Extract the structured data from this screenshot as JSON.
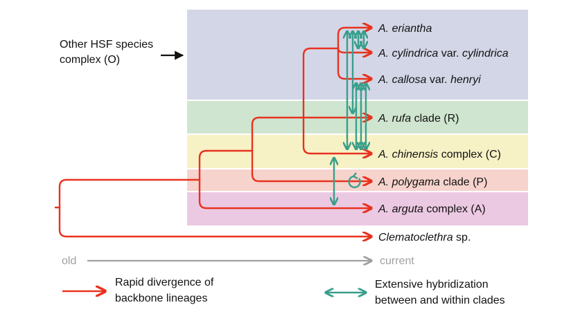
{
  "other_complex": {
    "line1": "Other HSF species",
    "line2": "complex (O)"
  },
  "taxa": {
    "eriantha": {
      "genus_species": "A. eriantha",
      "rest": ""
    },
    "cylindrica": {
      "genus_species": "A. cylindrica",
      "mid": " var. ",
      "infra": "cylindrica"
    },
    "callosa": {
      "genus_species": "A. callosa",
      "mid": " var. ",
      "infra": "henryi"
    },
    "rufa": {
      "genus_species": "A. rufa",
      "rest": " clade (R)"
    },
    "chinensis": {
      "genus_species": "A. chinensis",
      "rest": " complex (C)"
    },
    "polygama": {
      "genus_species": "A. polygama",
      "rest": " clade (P)"
    },
    "arguta": {
      "genus_species": "A. arguta",
      "rest": " complex (A)"
    },
    "clematoclethra": {
      "genus_species": "Clematoclethra",
      "rest": " sp."
    }
  },
  "time_axis": {
    "old_label": "old",
    "current_label": "current"
  },
  "legend": {
    "backbone_line1": "Rapid divergence of",
    "backbone_line2": "backbone lineages",
    "hybrid_line1": "Extensive hybridization",
    "hybrid_line2": "between and within clades"
  },
  "colors": {
    "backbone": "#e8321e",
    "hybridization": "#3a9e8c",
    "band_O": "#d3d6e6",
    "band_R": "#cfe5cf",
    "band_C": "#f7f1c6",
    "band_P": "#f6d3cc",
    "band_A": "#ecc9e3",
    "axis": "#a0a0a0"
  }
}
